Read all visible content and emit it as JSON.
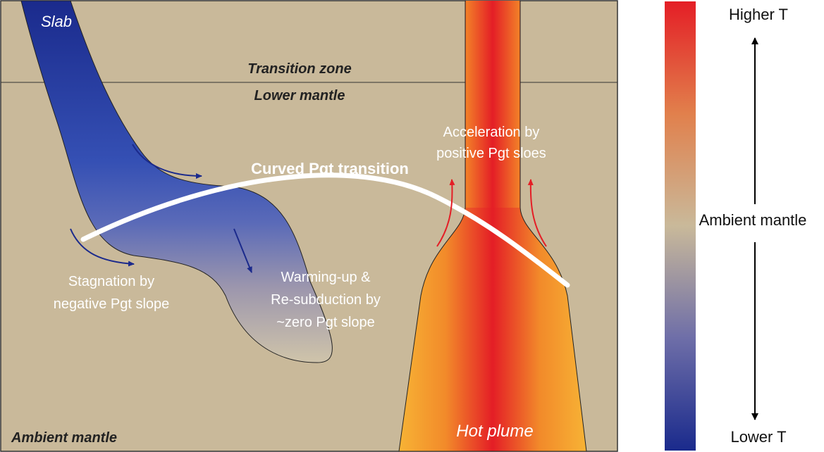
{
  "diagram": {
    "labels": {
      "slab": "Slab",
      "transition_zone": "Transition zone",
      "lower_mantle": "Lower mantle",
      "curved_transition": "Curved Pgt transition",
      "acceleration_line1": "Acceleration by",
      "acceleration_line2": "positive Pgt sloes",
      "stagnation_line1": "Stagnation by",
      "stagnation_line2": "negative Pgt slope",
      "warming_line1": "Warming-up &",
      "warming_line2": "Re-subduction by",
      "warming_line3": "~zero Pgt slope",
      "ambient_mantle_bottom": "Ambient mantle",
      "hot_plume": "Hot plume"
    },
    "colors": {
      "background": "#c9b99a",
      "slab_cold": "#1a2a8c",
      "slab_warm": "#c7bca5",
      "plume_core": "#e41e26",
      "plume_edge": "#f7b335",
      "transition_line": "#ffffff",
      "slab_arrow": "#1b2a8c",
      "plume_arrow": "#e41e26"
    }
  },
  "legend": {
    "higher": "Higher T",
    "ambient": "Ambient mantle",
    "lower": "Lower T"
  }
}
